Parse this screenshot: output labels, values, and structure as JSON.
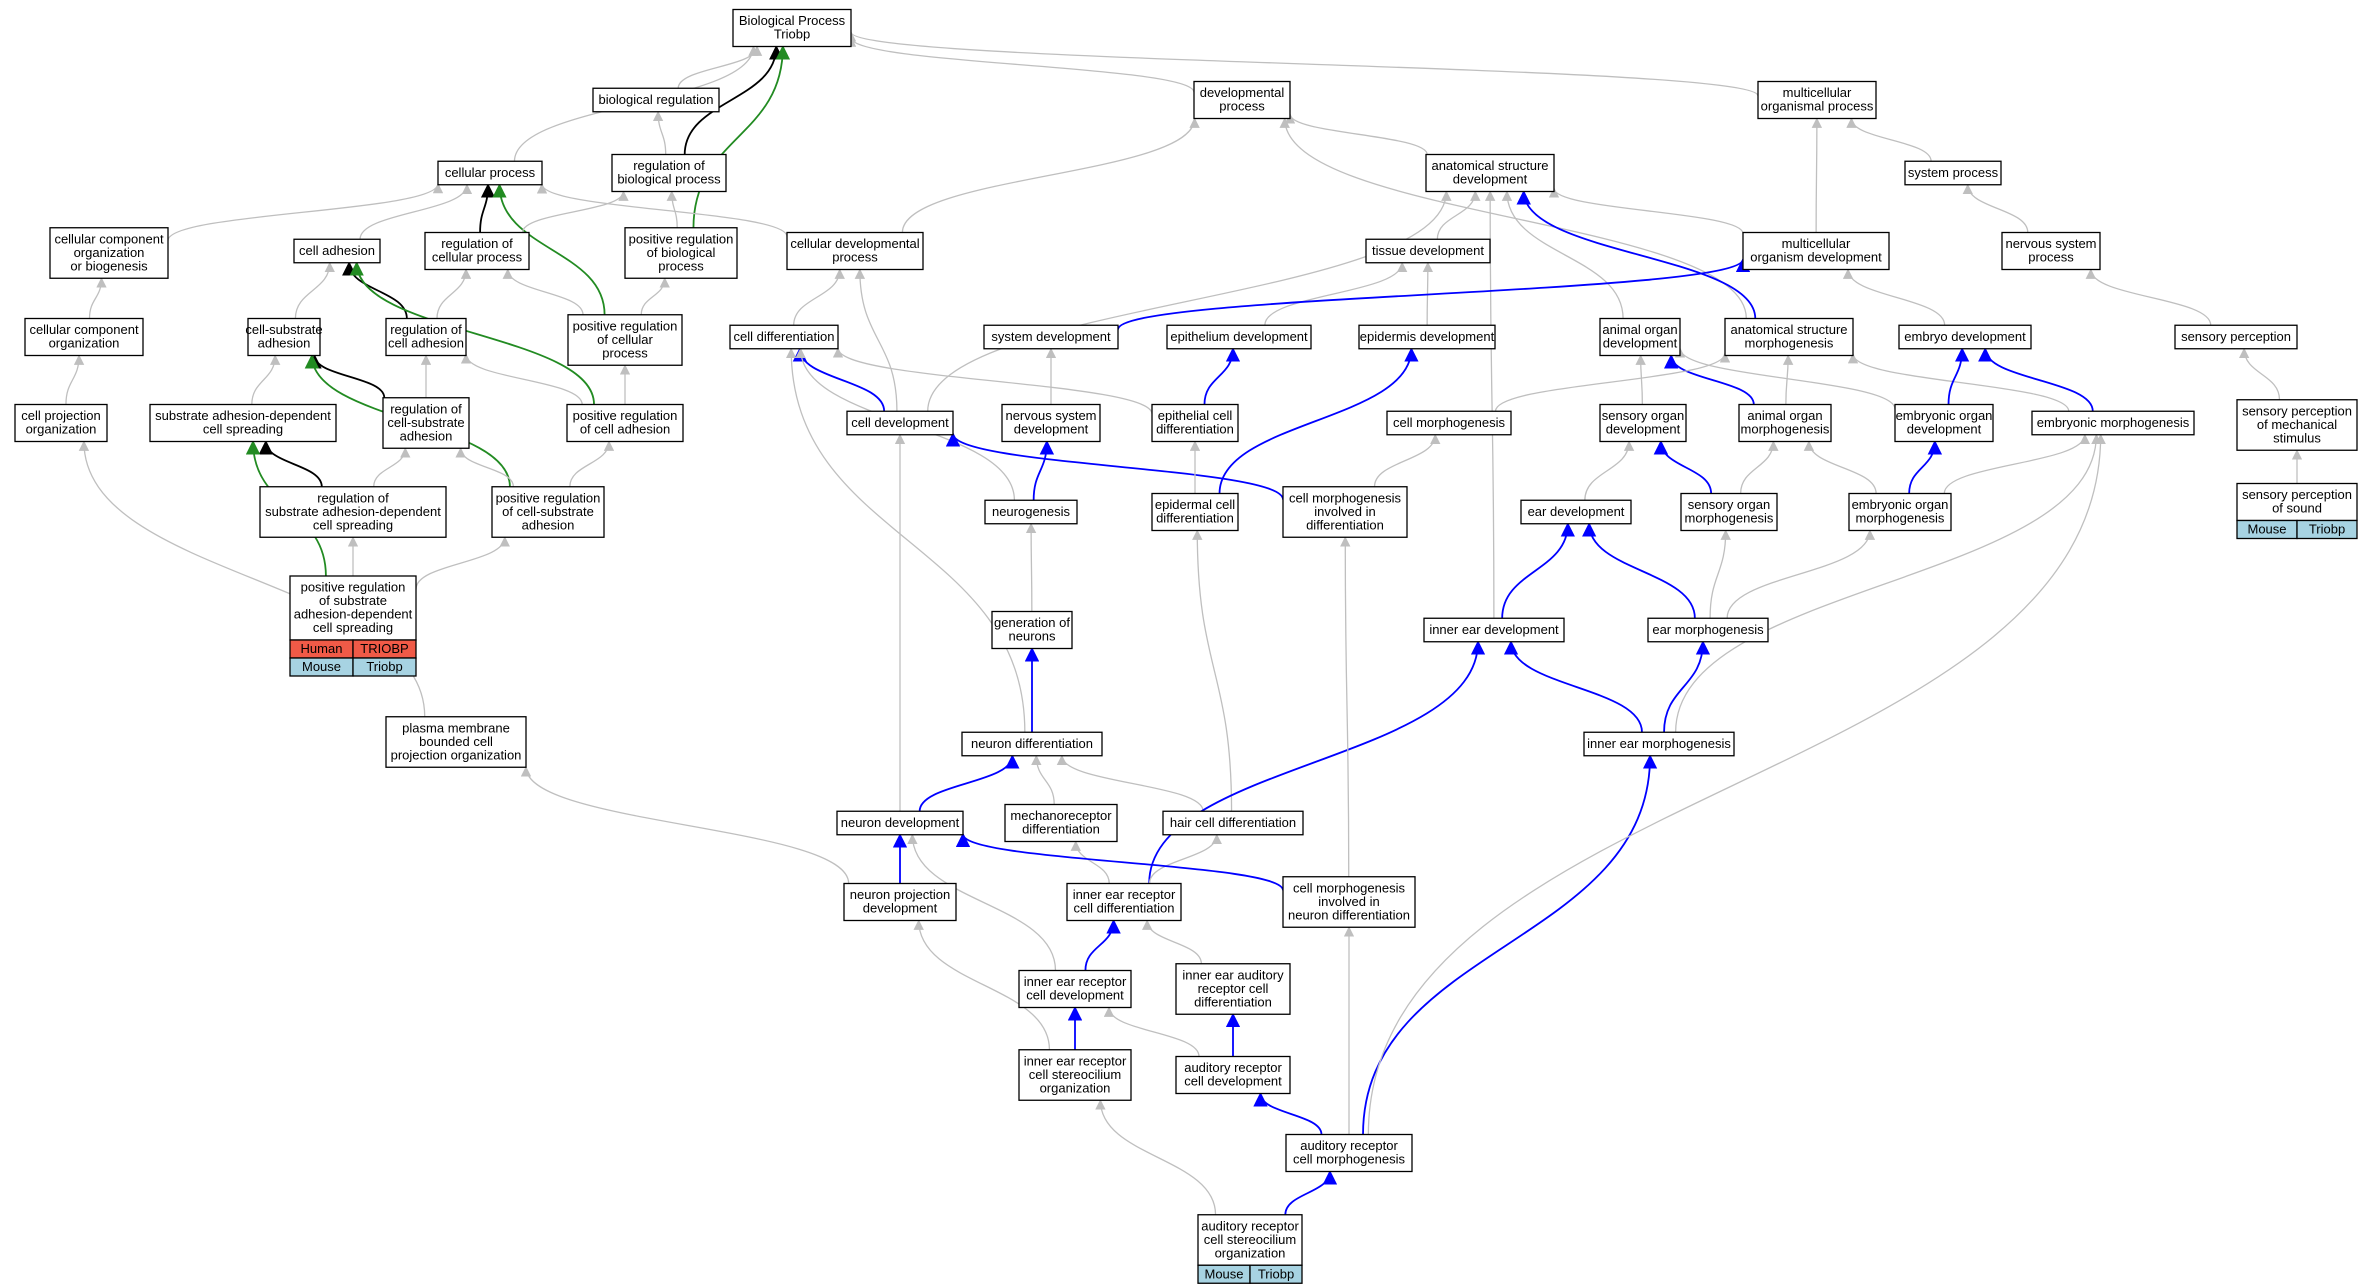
{
  "colors": {
    "gray_edge": "#bfbfbf",
    "is_a_edge": "#000000",
    "positive_regulation_edge": "#228b22",
    "part_of_edge": "#0000ff",
    "human_badge": "#f05a47",
    "mouse_badge": "#a7d3e2",
    "node_border": "#000000"
  },
  "nodes": [
    {
      "id": "bp",
      "lines": [
        "Biological Process",
        "Triobp"
      ]
    },
    {
      "id": "bioreg",
      "lines": [
        "biological regulation"
      ]
    },
    {
      "id": "devproc",
      "lines": [
        "developmental",
        "process"
      ]
    },
    {
      "id": "multiproc",
      "lines": [
        "multicellular",
        "organismal process"
      ]
    },
    {
      "id": "cellproc",
      "lines": [
        "cellular process"
      ]
    },
    {
      "id": "regbp",
      "lines": [
        "regulation of",
        "biological process"
      ]
    },
    {
      "id": "asd",
      "lines": [
        "anatomical structure",
        "development"
      ]
    },
    {
      "id": "sysproc",
      "lines": [
        "system process"
      ]
    },
    {
      "id": "ccob",
      "lines": [
        "cellular component",
        "organization",
        "or biogenesis"
      ]
    },
    {
      "id": "celladh",
      "lines": [
        "cell adhesion"
      ]
    },
    {
      "id": "regcp",
      "lines": [
        "regulation of",
        "cellular process"
      ]
    },
    {
      "id": "posregbp",
      "lines": [
        "positive regulation",
        "of biological",
        "process"
      ]
    },
    {
      "id": "celldevproc",
      "lines": [
        "cellular developmental",
        "process"
      ]
    },
    {
      "id": "tissuedev",
      "lines": [
        "tissue development"
      ]
    },
    {
      "id": "multidev",
      "lines": [
        "multicellular",
        "organism development"
      ]
    },
    {
      "id": "nsproc",
      "lines": [
        "nervous system",
        "process"
      ]
    },
    {
      "id": "cco",
      "lines": [
        "cellular component",
        "organization"
      ]
    },
    {
      "id": "csadh",
      "lines": [
        "cell-substrate",
        "adhesion"
      ]
    },
    {
      "id": "regcelladh",
      "lines": [
        "regulation of",
        "cell adhesion"
      ]
    },
    {
      "id": "posregcp",
      "lines": [
        "positive regulation",
        "of cellular",
        "process"
      ]
    },
    {
      "id": "celldiff",
      "lines": [
        "cell differentiation"
      ]
    },
    {
      "id": "sysdev",
      "lines": [
        "system development"
      ]
    },
    {
      "id": "epidev",
      "lines": [
        "epithelium development"
      ]
    },
    {
      "id": "epiddev",
      "lines": [
        "epidermis development"
      ]
    },
    {
      "id": "aod",
      "lines": [
        "animal organ",
        "development"
      ]
    },
    {
      "id": "asm",
      "lines": [
        "anatomical structure",
        "morphogenesis"
      ]
    },
    {
      "id": "embdev",
      "lines": [
        "embryo development"
      ]
    },
    {
      "id": "sensperc",
      "lines": [
        "sensory perception"
      ]
    },
    {
      "id": "cpo",
      "lines": [
        "cell projection",
        "organization"
      ]
    },
    {
      "id": "sads",
      "lines": [
        "substrate adhesion-dependent",
        "cell spreading"
      ]
    },
    {
      "id": "regcsadh",
      "lines": [
        "regulation of",
        "cell-substrate",
        "adhesion"
      ]
    },
    {
      "id": "posregcelladh",
      "lines": [
        "positive regulation",
        "of cell adhesion"
      ]
    },
    {
      "id": "celldevel",
      "lines": [
        "cell development"
      ]
    },
    {
      "id": "nsdev",
      "lines": [
        "nervous system",
        "development"
      ]
    },
    {
      "id": "epicelldiff",
      "lines": [
        "epithelial cell",
        "differentiation"
      ]
    },
    {
      "id": "cellmorph",
      "lines": [
        "cell morphogenesis"
      ]
    },
    {
      "id": "sod",
      "lines": [
        "sensory organ",
        "development"
      ]
    },
    {
      "id": "aom",
      "lines": [
        "animal organ",
        "morphogenesis"
      ]
    },
    {
      "id": "eod",
      "lines": [
        "embryonic organ",
        "development"
      ]
    },
    {
      "id": "embmorph",
      "lines": [
        "embryonic morphogenesis"
      ]
    },
    {
      "id": "spms",
      "lines": [
        "sensory perception",
        "of mechanical",
        "stimulus"
      ]
    },
    {
      "id": "regsads",
      "lines": [
        "regulation of",
        "substrate adhesion-dependent",
        "cell spreading"
      ]
    },
    {
      "id": "posregcsadh",
      "lines": [
        "positive regulation",
        "of cell-substrate",
        "adhesion"
      ]
    },
    {
      "id": "neurogen",
      "lines": [
        "neurogenesis"
      ]
    },
    {
      "id": "epidcelldiff",
      "lines": [
        "epidermal cell",
        "differentiation"
      ]
    },
    {
      "id": "cmid",
      "lines": [
        "cell morphogenesis",
        "involved in",
        "differentiation"
      ]
    },
    {
      "id": "eardev",
      "lines": [
        "ear development"
      ]
    },
    {
      "id": "som",
      "lines": [
        "sensory organ",
        "morphogenesis"
      ]
    },
    {
      "id": "eom",
      "lines": [
        "embryonic organ",
        "morphogenesis"
      ]
    },
    {
      "id": "sps",
      "lines": [
        "sensory perception",
        "of sound"
      ],
      "badges": [
        [
          "Mouse",
          "Triobp"
        ]
      ]
    },
    {
      "id": "posregsads",
      "lines": [
        "positive regulation",
        "of substrate",
        "adhesion-dependent",
        "cell spreading"
      ],
      "badges": [
        [
          "Human",
          "TRIOBP"
        ],
        [
          "Mouse",
          "Triobp"
        ]
      ]
    },
    {
      "id": "genneur",
      "lines": [
        "generation of",
        "neurons"
      ]
    },
    {
      "id": "ieardev",
      "lines": [
        "inner ear development"
      ]
    },
    {
      "id": "earmorph",
      "lines": [
        "ear morphogenesis"
      ]
    },
    {
      "id": "pmbcpo",
      "lines": [
        "plasma membrane",
        "bounded cell",
        "projection organization"
      ]
    },
    {
      "id": "neurdiff",
      "lines": [
        "neuron differentiation"
      ]
    },
    {
      "id": "iearmorph",
      "lines": [
        "inner ear morphogenesis"
      ]
    },
    {
      "id": "neurdev",
      "lines": [
        "neuron development"
      ]
    },
    {
      "id": "mechdiff",
      "lines": [
        "mechanoreceptor",
        "differentiation"
      ]
    },
    {
      "id": "haircelldiff",
      "lines": [
        "hair cell differentiation"
      ]
    },
    {
      "id": "npd",
      "lines": [
        "neuron projection",
        "development"
      ]
    },
    {
      "id": "iercd",
      "lines": [
        "inner ear receptor",
        "cell differentiation"
      ]
    },
    {
      "id": "cmind",
      "lines": [
        "cell morphogenesis",
        "involved in",
        "neuron differentiation"
      ]
    },
    {
      "id": "iearcd",
      "lines": [
        "inner ear auditory",
        "receptor cell",
        "differentiation"
      ]
    },
    {
      "id": "iercdev",
      "lines": [
        "inner ear receptor",
        "cell development"
      ]
    },
    {
      "id": "iercso",
      "lines": [
        "inner ear receptor",
        "cell stereocilium",
        "organization"
      ]
    },
    {
      "id": "arcd",
      "lines": [
        "auditory receptor",
        "cell development"
      ]
    },
    {
      "id": "arcm",
      "lines": [
        "auditory receptor",
        "cell morphogenesis"
      ]
    },
    {
      "id": "arcso",
      "lines": [
        "auditory receptor",
        "cell stereocilium",
        "organization"
      ],
      "badges": [
        [
          "Mouse",
          "Triobp"
        ]
      ]
    }
  ],
  "edges": [
    [
      "bioreg",
      "bp",
      "g"
    ],
    [
      "devproc",
      "bp",
      "g"
    ],
    [
      "multiproc",
      "bp",
      "g"
    ],
    [
      "cellproc",
      "bp",
      "g"
    ],
    [
      "regbp",
      "bp",
      "k"
    ],
    [
      "posregbp",
      "bp",
      "p"
    ],
    [
      "regbp",
      "bioreg",
      "g"
    ],
    [
      "asd",
      "devproc",
      "g"
    ],
    [
      "celldevproc",
      "devproc",
      "g"
    ],
    [
      "sysproc",
      "multiproc",
      "g"
    ],
    [
      "multidev",
      "multiproc",
      "g"
    ],
    [
      "asm",
      "devproc",
      "g"
    ],
    [
      "ccob",
      "cellproc",
      "g"
    ],
    [
      "celladh",
      "cellproc",
      "g"
    ],
    [
      "regcp",
      "cellproc",
      "k"
    ],
    [
      "posregcp",
      "cellproc",
      "p"
    ],
    [
      "celldevproc",
      "cellproc",
      "g"
    ],
    [
      "regcp",
      "regbp",
      "g"
    ],
    [
      "posregbp",
      "regbp",
      "g"
    ],
    [
      "posregcp",
      "posregbp",
      "g"
    ],
    [
      "tissuedev",
      "asd",
      "g"
    ],
    [
      "multidev",
      "asd",
      "g"
    ],
    [
      "aod",
      "asd",
      "g"
    ],
    [
      "asm",
      "asd",
      "b"
    ],
    [
      "celldevel",
      "asd",
      "g"
    ],
    [
      "ieardev",
      "asd",
      "g"
    ],
    [
      "nsproc",
      "sysproc",
      "g"
    ],
    [
      "sensperc",
      "nsproc",
      "g"
    ],
    [
      "cco",
      "ccob",
      "g"
    ],
    [
      "cpo",
      "cco",
      "g"
    ],
    [
      "csadh",
      "celladh",
      "g"
    ],
    [
      "regcelladh",
      "celladh",
      "k"
    ],
    [
      "posregcelladh",
      "celladh",
      "p"
    ],
    [
      "regcelladh",
      "regcp",
      "g"
    ],
    [
      "posregcp",
      "regcp",
      "g"
    ],
    [
      "celldiff",
      "celldevproc",
      "g"
    ],
    [
      "celldevel",
      "celldevproc",
      "g"
    ],
    [
      "epidev",
      "tissuedev",
      "g"
    ],
    [
      "epiddev",
      "tissuedev",
      "g"
    ],
    [
      "sysdev",
      "multidev",
      "b"
    ],
    [
      "embdev",
      "multidev",
      "g"
    ],
    [
      "sads",
      "csadh",
      "g"
    ],
    [
      "regcsadh",
      "csadh",
      "k"
    ],
    [
      "posregcsadh",
      "csadh",
      "p"
    ],
    [
      "regcsadh",
      "regcelladh",
      "g"
    ],
    [
      "posregcelladh",
      "regcelladh",
      "g"
    ],
    [
      "posregcelladh",
      "posregcp",
      "g"
    ],
    [
      "celldevel",
      "celldiff",
      "b"
    ],
    [
      "neurogen",
      "celldiff",
      "g"
    ],
    [
      "epicelldiff",
      "celldiff",
      "g"
    ],
    [
      "neurdiff",
      "celldiff",
      "g"
    ],
    [
      "nsdev",
      "sysdev",
      "g"
    ],
    [
      "epicelldiff",
      "epidev",
      "b"
    ],
    [
      "epidcelldiff",
      "epiddev",
      "b"
    ],
    [
      "sod",
      "aod",
      "g"
    ],
    [
      "aom",
      "aod",
      "b"
    ],
    [
      "eod",
      "aod",
      "g"
    ],
    [
      "cellmorph",
      "asm",
      "g"
    ],
    [
      "aom",
      "asm",
      "g"
    ],
    [
      "embmorph",
      "asm",
      "g"
    ],
    [
      "eod",
      "embdev",
      "b"
    ],
    [
      "embmorph",
      "embdev",
      "b"
    ],
    [
      "spms",
      "sensperc",
      "g"
    ],
    [
      "sps",
      "spms",
      "g"
    ],
    [
      "regsads",
      "sads",
      "k"
    ],
    [
      "posregsads",
      "sads",
      "p"
    ],
    [
      "regsads",
      "regcsadh",
      "g"
    ],
    [
      "posregcsadh",
      "regcsadh",
      "g"
    ],
    [
      "posregcsadh",
      "posregcelladh",
      "g"
    ],
    [
      "cmid",
      "celldevel",
      "b"
    ],
    [
      "neurogen",
      "nsdev",
      "b"
    ],
    [
      "epidcelldiff",
      "epicelldiff",
      "g"
    ],
    [
      "cmid",
      "cellmorph",
      "g"
    ],
    [
      "som",
      "sod",
      "b"
    ],
    [
      "eardev",
      "sod",
      "g"
    ],
    [
      "som",
      "aom",
      "g"
    ],
    [
      "eom",
      "aom",
      "g"
    ],
    [
      "eom",
      "eod",
      "b"
    ],
    [
      "eom",
      "embmorph",
      "g"
    ],
    [
      "posregsads",
      "regsads",
      "g"
    ],
    [
      "posregsads",
      "posregcsadh",
      "g"
    ],
    [
      "genneur",
      "neurogen",
      "g"
    ],
    [
      "ieardev",
      "eardev",
      "b"
    ],
    [
      "earmorph",
      "eardev",
      "b"
    ],
    [
      "earmorph",
      "som",
      "g"
    ],
    [
      "earmorph",
      "eom",
      "g"
    ],
    [
      "pmbcpo",
      "cpo",
      "g"
    ],
    [
      "neurdiff",
      "genneur",
      "b"
    ],
    [
      "iearmorph",
      "ieardev",
      "b"
    ],
    [
      "iearmorph",
      "earmorph",
      "b"
    ],
    [
      "iearmorph",
      "embmorph",
      "g"
    ],
    [
      "neurdev",
      "neurdiff",
      "b"
    ],
    [
      "neurdev",
      "celldevel",
      "g"
    ],
    [
      "mechdiff",
      "neurdiff",
      "g"
    ],
    [
      "haircelldiff",
      "neurdiff",
      "g"
    ],
    [
      "haircelldiff",
      "epidcelldiff",
      "g"
    ],
    [
      "npd",
      "neurdev",
      "b"
    ],
    [
      "npd",
      "pmbcpo",
      "g"
    ],
    [
      "iercd",
      "mechdiff",
      "g"
    ],
    [
      "iercd",
      "ieardev",
      "b"
    ],
    [
      "iercd",
      "haircelldiff",
      "g"
    ],
    [
      "cmind",
      "neurdev",
      "b"
    ],
    [
      "cmind",
      "cmid",
      "g"
    ],
    [
      "iearcd",
      "iercd",
      "g"
    ],
    [
      "iercdev",
      "iercd",
      "b"
    ],
    [
      "iercdev",
      "neurdev",
      "g"
    ],
    [
      "iercso",
      "iercdev",
      "b"
    ],
    [
      "iercso",
      "npd",
      "g"
    ],
    [
      "arcd",
      "iearcd",
      "b"
    ],
    [
      "arcd",
      "iercdev",
      "g"
    ],
    [
      "arcm",
      "arcd",
      "b"
    ],
    [
      "arcm",
      "cmind",
      "g"
    ],
    [
      "arcm",
      "iearmorph",
      "b"
    ],
    [
      "arcm",
      "embmorph",
      "g"
    ],
    [
      "arcso",
      "arcm",
      "b"
    ],
    [
      "arcso",
      "iercso",
      "g"
    ]
  ]
}
